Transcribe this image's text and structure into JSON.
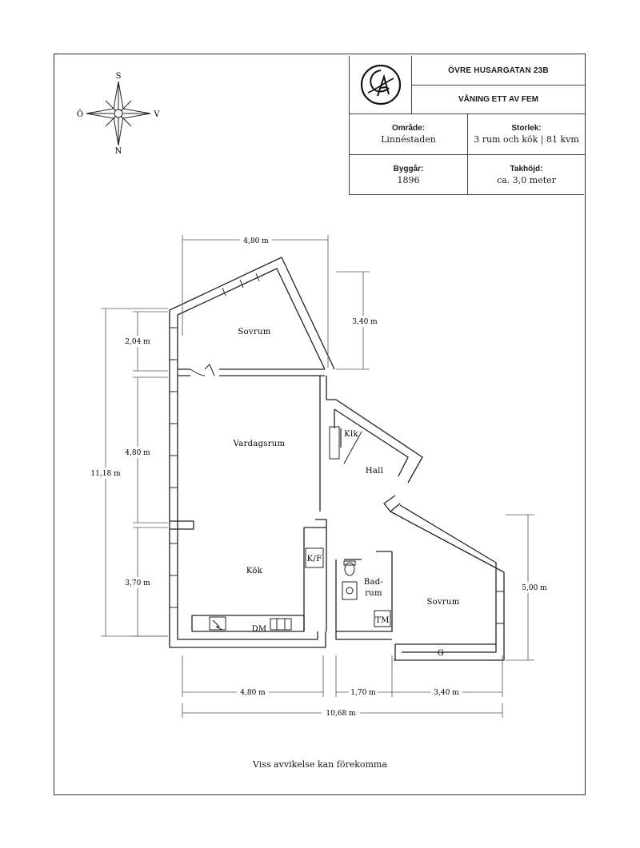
{
  "header": {
    "address": "ÖVRE HUSARGATAN 23B",
    "floor": "VÅNING ETT AV FEM",
    "area_label": "Område:",
    "area_value": "Linnéstaden",
    "size_label": "Storlek:",
    "size_value": "3 rum och kök | 81 kvm",
    "built_label": "Byggår:",
    "built_value": "1896",
    "ceiling_label": "Takhöjd:",
    "ceiling_value": "ca. 3,0 meter"
  },
  "compass": {
    "top": "S",
    "left": "Ö",
    "right": "V",
    "bottom": "N"
  },
  "rooms": {
    "bedroom_top": "Sovrum",
    "living": "Vardagsrum",
    "kitchen": "Kök",
    "hall": "Hall",
    "closet": "Klk",
    "bathroom_line1": "Bad-",
    "bathroom_line2": "rum",
    "bedroom_right": "Sovrum",
    "fridge": "K/F",
    "dishwasher": "DM",
    "washer": "TM",
    "wardrobe": "G"
  },
  "dimensions": {
    "top_width": "4,80 m",
    "top_right_height": "3,40 m",
    "left_seg1": "2,04 m",
    "left_seg2": "4,80 m",
    "left_seg3": "3,70 m",
    "left_total": "11,18 m",
    "right_height": "5,00 m",
    "bottom_seg1": "4,80 m",
    "bottom_seg2": "1,70 m",
    "bottom_seg3": "3,40 m",
    "bottom_total": "10,68 m"
  },
  "footer": {
    "note": "Viss avvikelse kan förekomma"
  }
}
